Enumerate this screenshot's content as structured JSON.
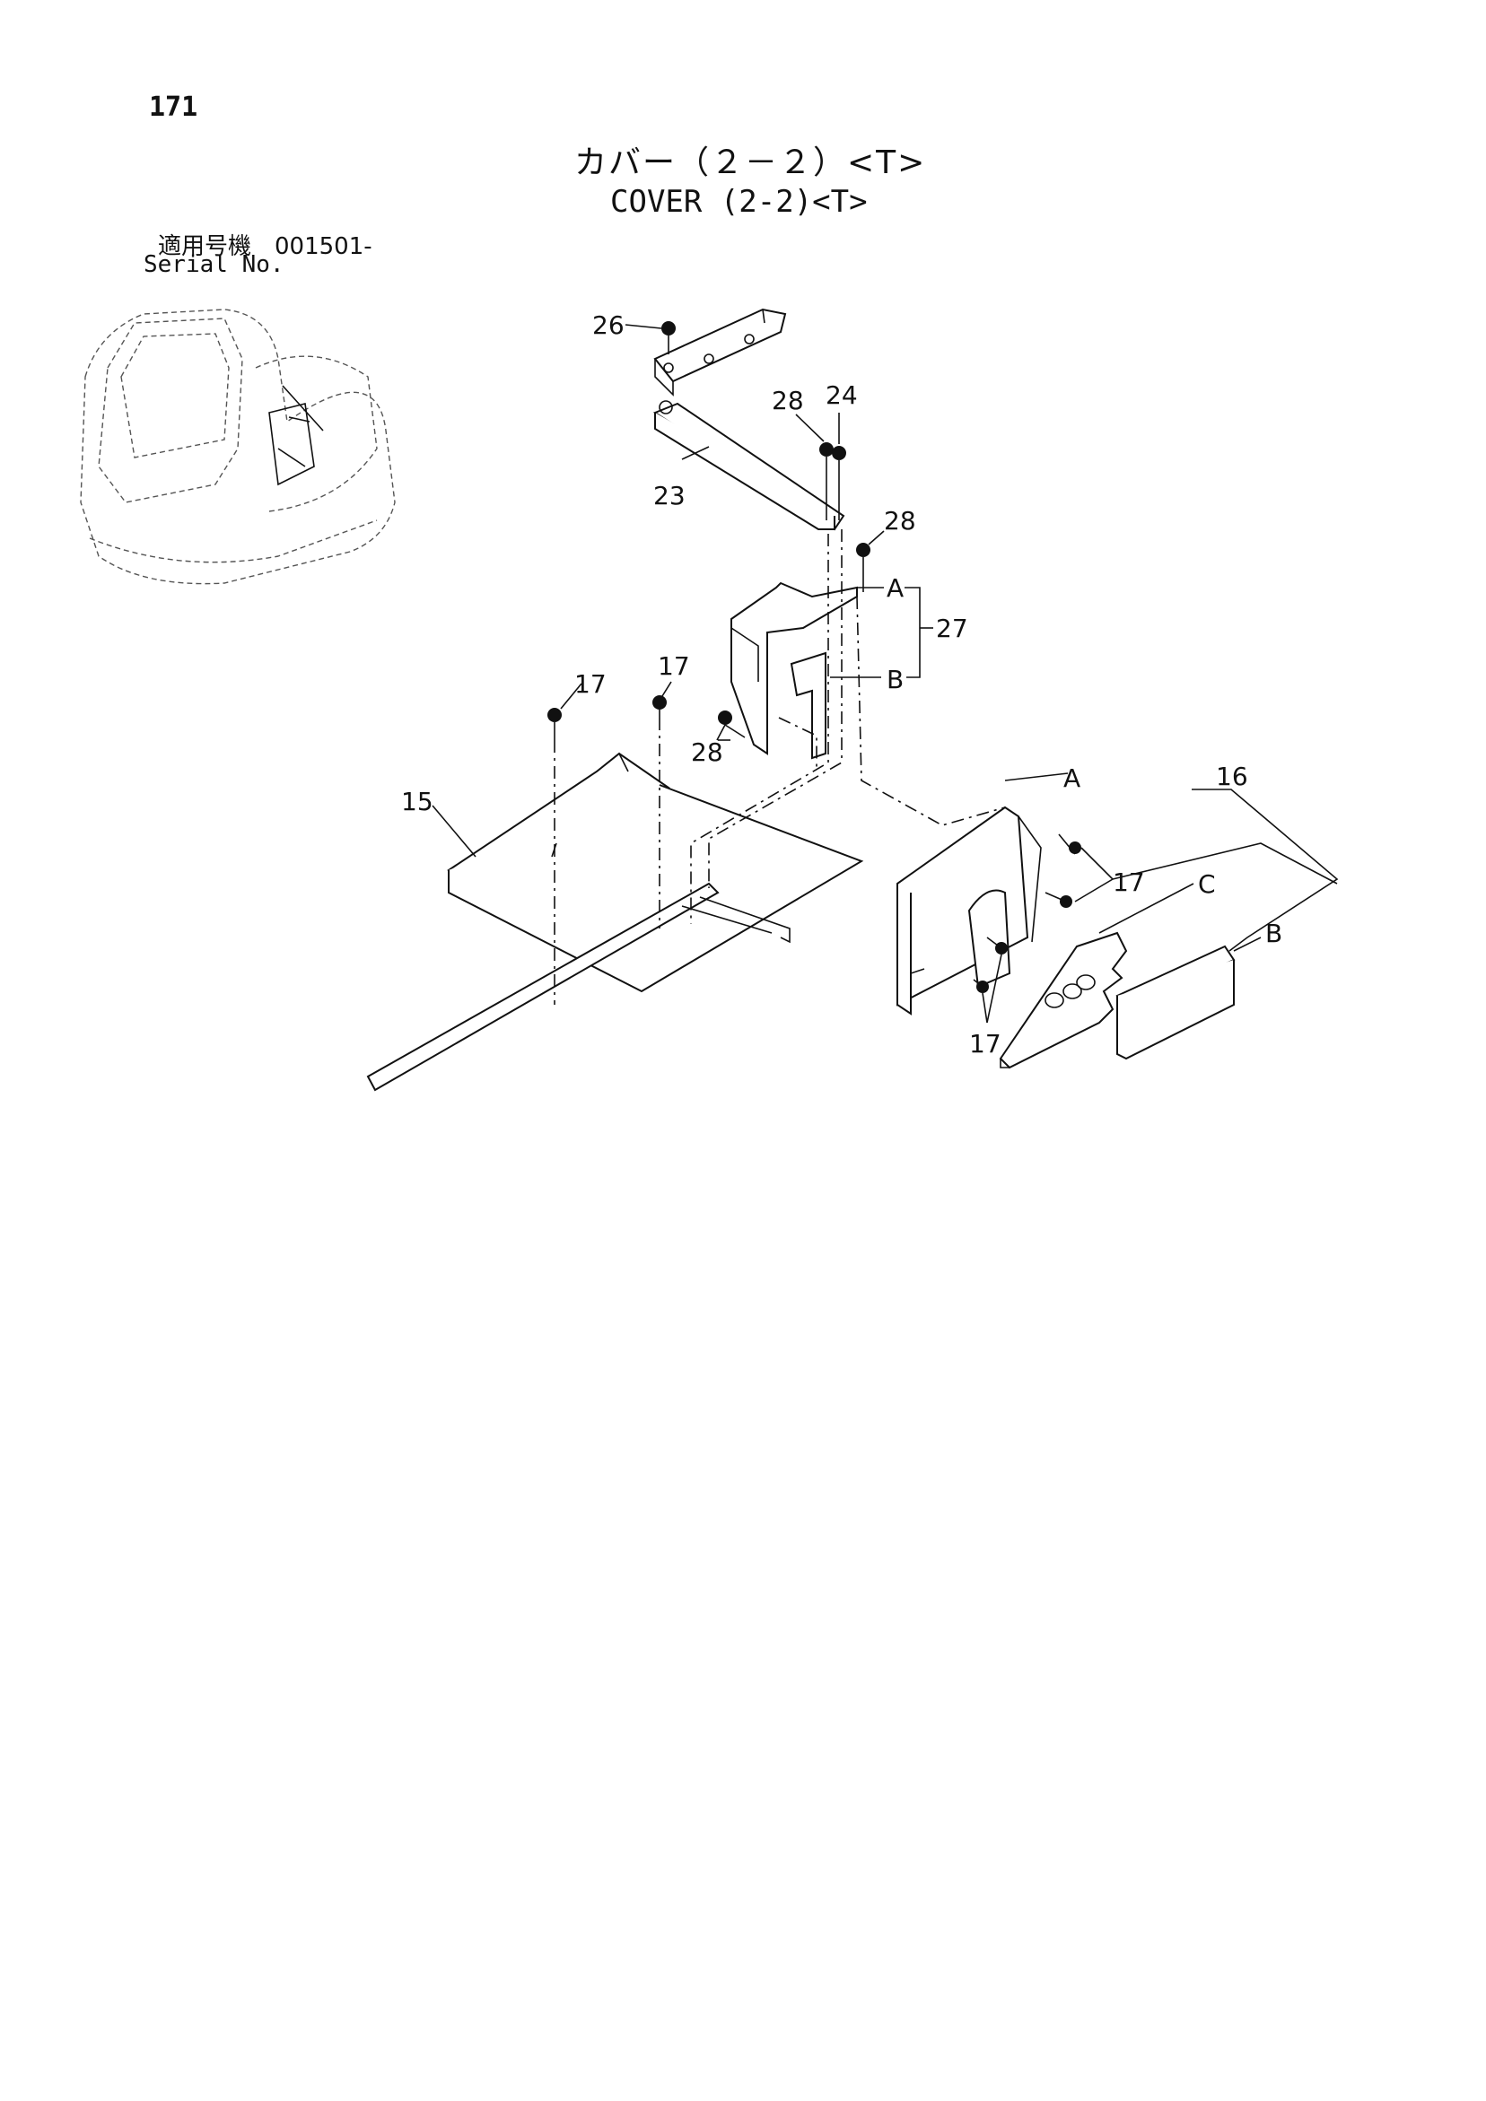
{
  "page": {
    "number": "171",
    "title_jp": "カバー（２－２）<T>",
    "title_en": "COVER (2-2)<T>",
    "serial_label_jp": "適用号機　001501-",
    "serial_label_en": "Serial No."
  },
  "callouts": {
    "p26": "26",
    "p28_top": "28",
    "p24": "24",
    "p23": "23",
    "p28_mid": "28",
    "ref_a_1": "A",
    "p27": "27",
    "ref_b_1": "B",
    "p17_a": "17",
    "p17_b": "17",
    "p28_low": "28",
    "p15": "15",
    "p16": "16",
    "ref_a_2": "A",
    "p17_c": "17",
    "ref_c": "C",
    "ref_b_2": "B",
    "p17_d": "17"
  }
}
